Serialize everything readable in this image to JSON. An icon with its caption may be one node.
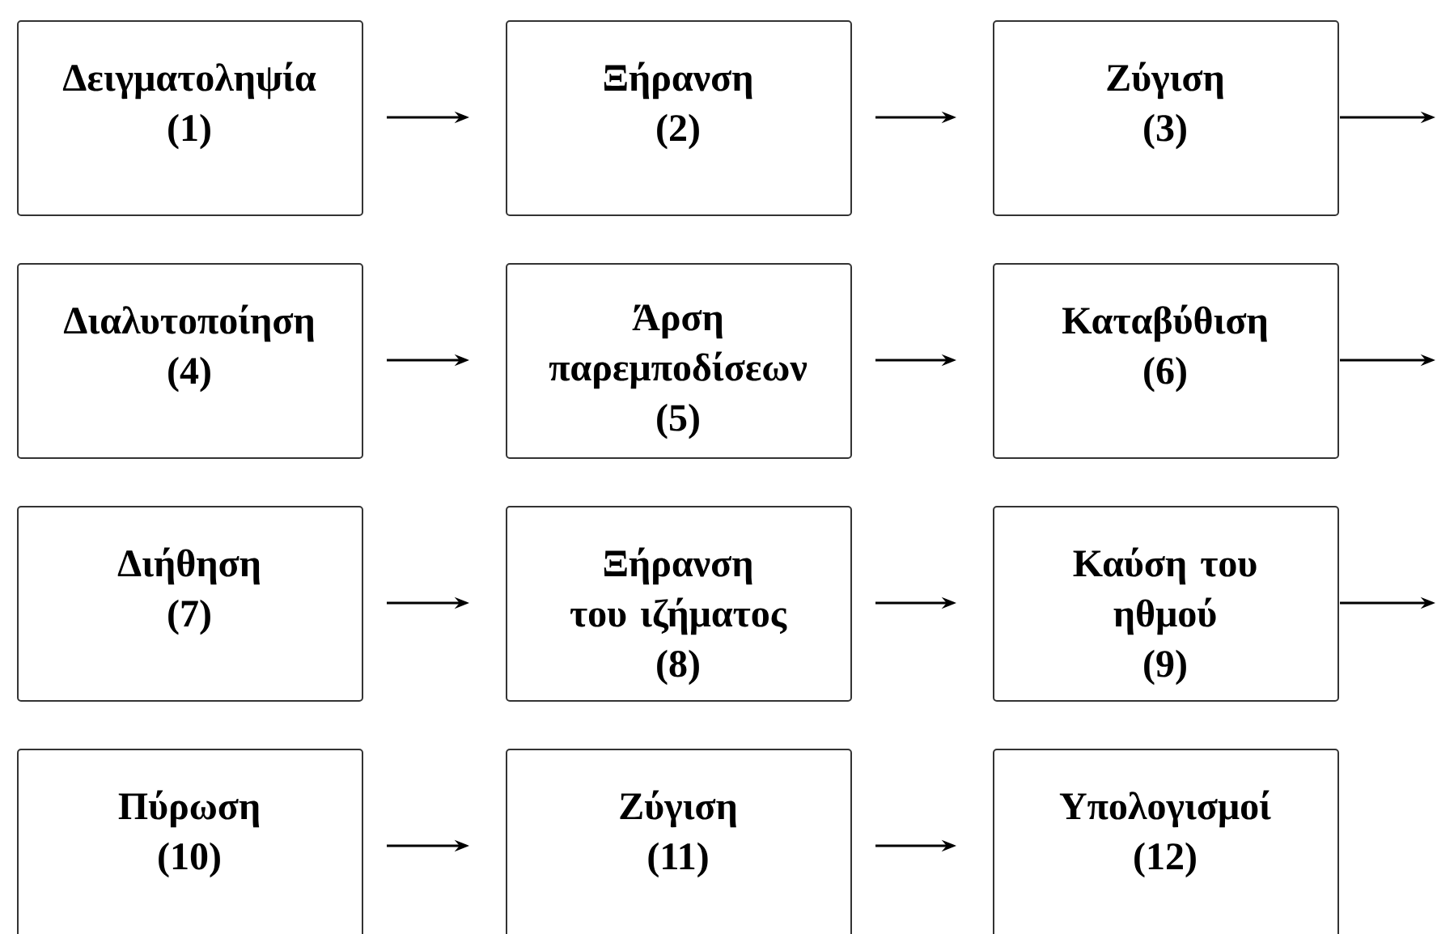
{
  "diagram": {
    "nodes": [
      {
        "text": [
          "Δειγματοληψία",
          "(1)"
        ]
      },
      {
        "text": [
          "Ξήρανση",
          "(2)"
        ]
      },
      {
        "text": [
          "Ζύγιση",
          "(3)"
        ]
      },
      {
        "text": [
          "Διαλυτοποίηση",
          "(4)"
        ]
      },
      {
        "text": [
          "Άρση παρεμποδίσεων",
          "(5)"
        ]
      },
      {
        "text": [
          "Καταβύθιση",
          "(6)"
        ]
      },
      {
        "text": [
          "Διήθηση",
          "(7)"
        ]
      },
      {
        "text": [
          "Ξήρανση του ιζήματος",
          "(8)"
        ]
      },
      {
        "text": [
          "Καύση του ηθμού",
          "(9)"
        ]
      },
      {
        "text": [
          "Πύρωση",
          "(10)"
        ]
      },
      {
        "text": [
          "Ζύγιση",
          "(11)"
        ]
      },
      {
        "text": [
          "Υπολογισμοί",
          "(12)"
        ]
      }
    ],
    "edges": [
      {
        "from": 0,
        "to": 1,
        "arrow": "to"
      },
      {
        "from": 1,
        "to": 2,
        "arrow": "to"
      },
      {
        "from": 2,
        "to": null,
        "arrow": "to"
      },
      {
        "from": 3,
        "to": 4,
        "arrow": "to"
      },
      {
        "from": 4,
        "to": 5,
        "arrow": "to"
      },
      {
        "from": 5,
        "to": null,
        "arrow": "to"
      },
      {
        "from": 6,
        "to": 7,
        "arrow": "to"
      },
      {
        "from": 7,
        "to": 8,
        "arrow": "to"
      },
      {
        "from": 8,
        "to": null,
        "arrow": "to"
      },
      {
        "from": 9,
        "to": 10,
        "arrow": "to"
      },
      {
        "from": 10,
        "to": 11,
        "arrow": "to"
      }
    ]
  }
}
